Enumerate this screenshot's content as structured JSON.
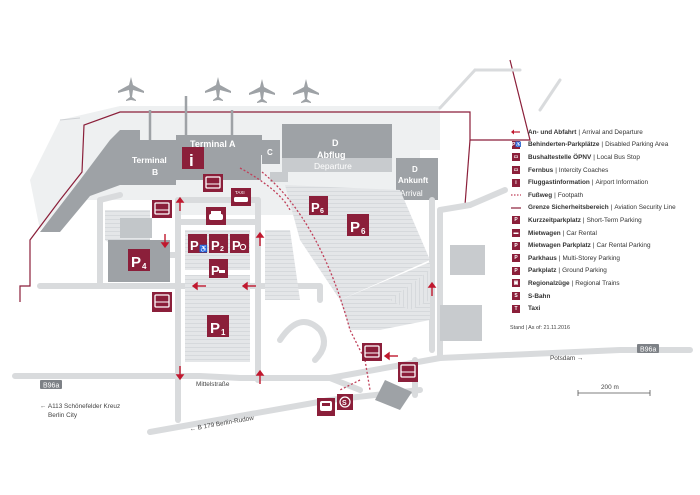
{
  "terminals": {
    "a": "Terminal A",
    "b_line1": "Terminal",
    "b_line2": "B",
    "c": "C",
    "d_letter": "D",
    "d_abflug": "Abflug",
    "d_departure": "Departure",
    "d2_letter": "D",
    "d2_ankunft": "Ankunft",
    "d2_arrival": "Arrival",
    "info_glyph": "i"
  },
  "parking": {
    "p1": "P",
    "p1_sub": "1",
    "p2": "P",
    "p2_sub": "2",
    "p4": "P",
    "p4_sub": "4",
    "p6a": "P",
    "p6a_sub": "6",
    "p6b": "P",
    "p6b_sub": "6",
    "taxi_label": "TAXI"
  },
  "roads": {
    "b96a_left": "B96a",
    "b96a_right": "B96a",
    "a113": "← A113 Schönefelder Kreuz",
    "berlin_city": "Berlin City",
    "mittelstrasse": "Mittelstraße",
    "b179": "← B 179 Berlin-Rudow",
    "potsdam": "Potsdam →",
    "scale": "200 m"
  },
  "legend": [
    {
      "icon": "arrival-departure-arrow-icon",
      "bold": "An- und Abfahrt",
      "text": "Arrival and Departure"
    },
    {
      "icon": "disabled-parking-icon",
      "bold": "Behinderten-Parkplätze",
      "text": "Disabled Parking Area"
    },
    {
      "icon": "local-bus-icon",
      "bold": "Bushaltestelle ÖPNV",
      "text": "Local Bus Stop"
    },
    {
      "icon": "intercity-coach-icon",
      "bold": "Fernbus",
      "text": "Intercity Coaches"
    },
    {
      "icon": "airport-information-icon",
      "bold": "Fluggastinformation",
      "text": "Airport Information"
    },
    {
      "icon": "footpath-icon",
      "bold": "Fußweg",
      "text": "Footpath"
    },
    {
      "icon": "security-line-icon",
      "bold": "Grenze Sicherheitsbereich",
      "text": "Aviation Security Line"
    },
    {
      "icon": "short-term-parking-icon",
      "bold": "Kurzzeitparkplatz",
      "text": "Short-Term Parking"
    },
    {
      "icon": "car-rental-icon",
      "bold": "Mietwagen",
      "text": "Car Rental"
    },
    {
      "icon": "car-rental-parking-icon",
      "bold": "Mietwagen Parkplatz",
      "text": "Car Rental Parking"
    },
    {
      "icon": "multi-storey-parking-icon",
      "bold": "Parkhaus",
      "text": "Multi-Storey Parking"
    },
    {
      "icon": "ground-parking-icon",
      "bold": "Parkplatz",
      "text": "Ground Parking"
    },
    {
      "icon": "regional-train-icon",
      "bold": "Regionalzüge",
      "text": "Regional Trains"
    },
    {
      "icon": "s-bahn-icon",
      "bold": "S-Bahn",
      "text": ""
    },
    {
      "icon": "taxi-icon",
      "bold": "Taxi",
      "text": ""
    }
  ],
  "stand": "Stand | As of: 21.11.2016",
  "colors": {
    "accent": "#8b1f3a",
    "building": "#9ea2a6",
    "road": "#d9dbdd",
    "parking_area": "#e3e5e7"
  }
}
